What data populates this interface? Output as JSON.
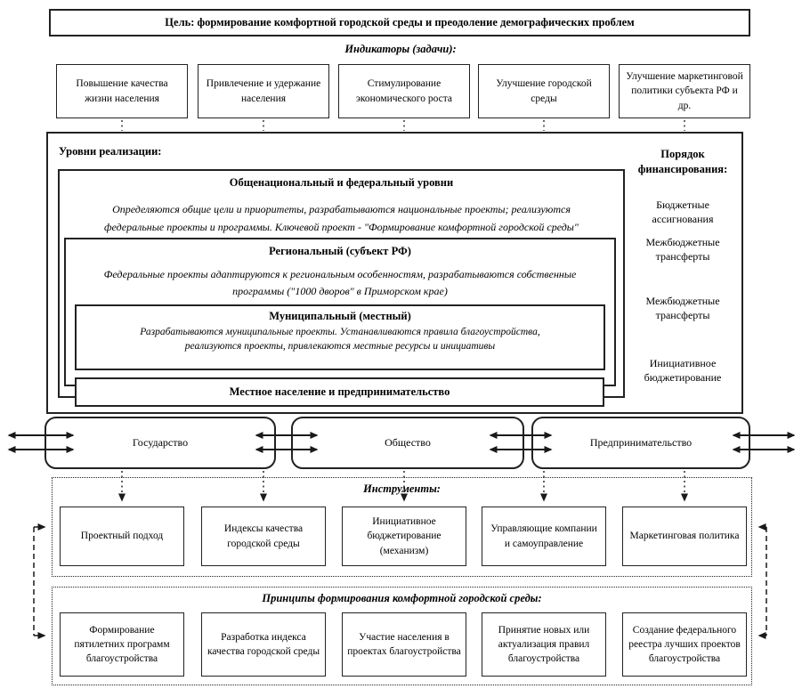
{
  "goal": {
    "text": "Цель: формирование комфортной городской среды и преодоление демографических проблем"
  },
  "indicators": {
    "label": "Индикаторы (задачи):",
    "items": [
      "Повышение качества жизни населения",
      "Привлечение и удержание населения",
      "Стимулирование экономического роста",
      "Улучшение городской среды",
      "Улучшение маркетинговой политики субъекта РФ и др."
    ]
  },
  "levels": {
    "label": "Уровни реализации:",
    "national": {
      "title": "Общенациональный и федеральный уровни",
      "description": "Определяются общие цели и приоритеты, разрабатываются национальные проекты; реализуются федеральные проекты и программы. Ключевой проект - \"Формирование комфортной городской среды\""
    },
    "regional": {
      "title": "Региональный (субъект РФ)",
      "description": "Федеральные проекты адаптируются к региональным особенностям, разрабатываются собственные программы (\"1000 дворов\" в Приморском крае)"
    },
    "municipal": {
      "title": "Муниципальный (местный)",
      "description": "Разрабатываются муниципальные проекты. Устанавливаются правила благоустройства, реализуются проекты, привлекаются местные ресурсы и инициативы"
    },
    "local_population": "Местное население и предпринимательство"
  },
  "financing": {
    "label": "Порядок финансирования:",
    "items": [
      "Бюджетные ассигнования",
      "Межбюджетные трансферты",
      "Межбюджетные трансферты",
      "Инициативное бюджетирование"
    ]
  },
  "actors": {
    "items": [
      "Государство",
      "Общество",
      "Предпринимательство"
    ]
  },
  "instruments": {
    "label": "Инструменты:",
    "items": [
      "Проектный подход",
      "Индексы качества городской среды",
      "Инициативное бюджетирование (механизм)",
      "Управляющие компании и самоуправление",
      "Маркетинговая политика"
    ]
  },
  "principles": {
    "label": "Принципы формирования комфортной городской среды:",
    "items": [
      "Формирование пятилетних программ благоустройства",
      "Разработка индекса качества городской среды",
      "Участие населения в проектах благоустройства",
      "Принятие новых или актуализация правил благоустройства",
      "Создание федерального реестра лучших проектов благоустройства"
    ]
  },
  "colors": {
    "border": "#222222",
    "background": "#ffffff",
    "text": "#000000"
  }
}
